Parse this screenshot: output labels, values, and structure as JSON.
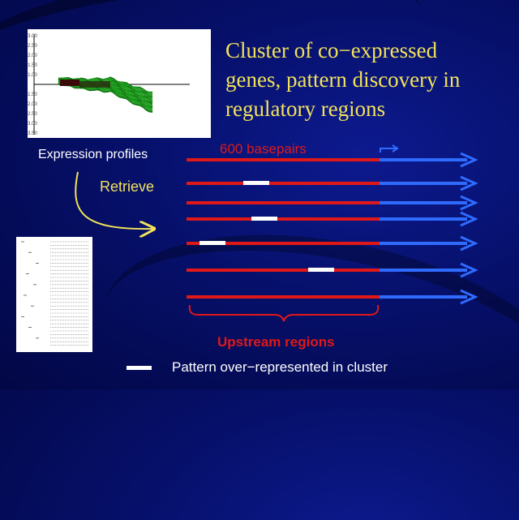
{
  "title_lines": [
    "Cluster of co−expressed",
    "genes, pattern discovery in",
    "regulatory regions"
  ],
  "expression_label": "Expression profiles",
  "retrieve_label": "Retrieve",
  "basepairs_label": "600 basepairs",
  "upstream_label": "Upstream regions",
  "legend_label": "Pattern over−represented in cluster",
  "expression_axis_ticks": [
    "3.00",
    "2.50",
    "2.00",
    "1.50",
    "1.00",
    "",
    "1.50",
    "2.00",
    "2.50",
    "3.00",
    "3.50"
  ],
  "colors": {
    "title": "#f2e25a",
    "upstream_region": "#e01818",
    "gene_arrow": "#2f6bff",
    "pattern": "#ffffff",
    "profile_green": "#1a9a1a",
    "profile_dark": "#3a0a0a"
  }
}
